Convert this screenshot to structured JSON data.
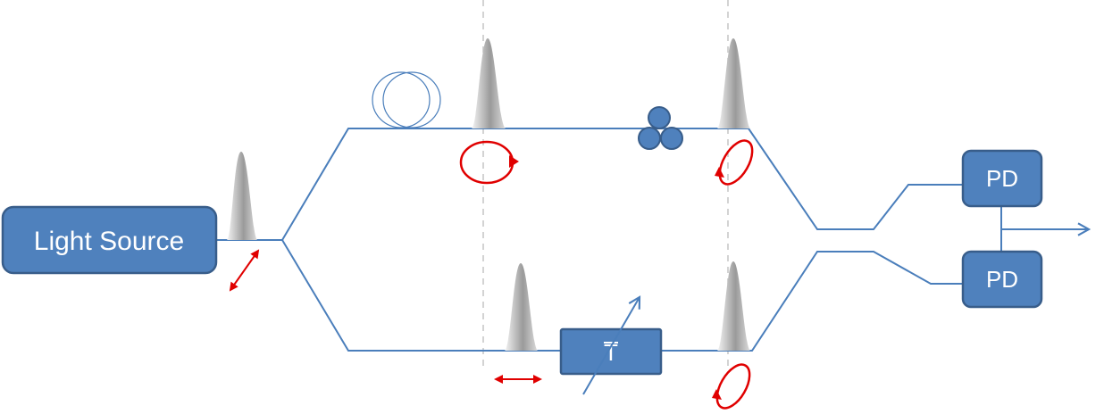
{
  "nodes": {
    "light_source": "Light Source",
    "detector_top": "PD",
    "detector_bottom": "PD",
    "delay": "T"
  },
  "colors": {
    "box_fill": "#4f81bd",
    "box_stroke": "#385d8a",
    "fiber": "#4a7ebb",
    "polarization": "#e00000",
    "guide_line": "#c8c8c8"
  }
}
